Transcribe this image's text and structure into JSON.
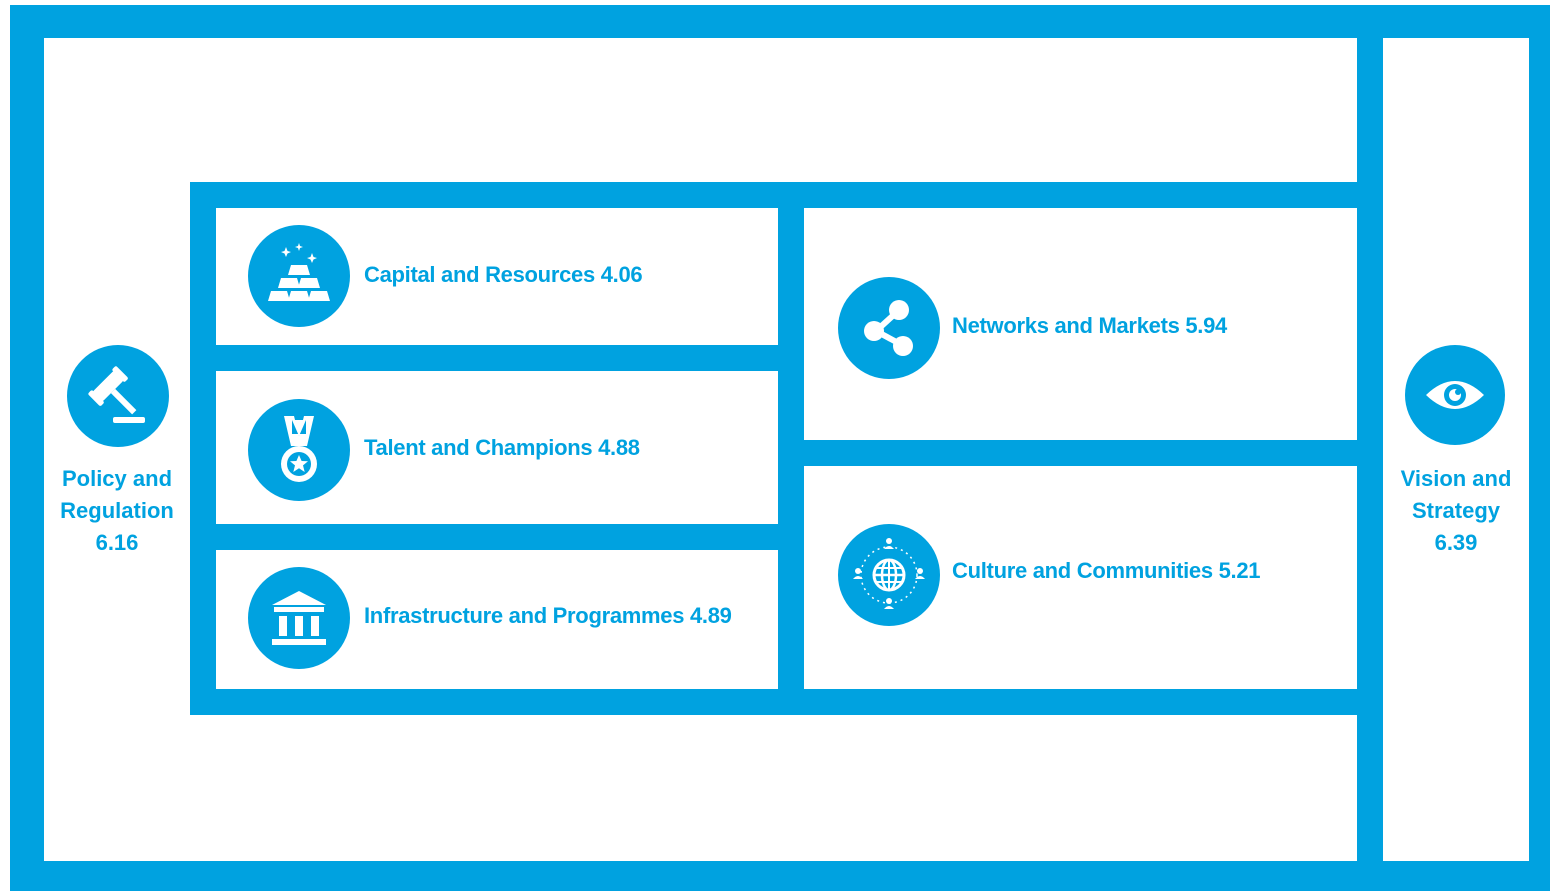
{
  "policy": {
    "line1": "Policy and",
    "line2": "Regulation",
    "value": "6.16",
    "icon": "gavel-icon"
  },
  "vision": {
    "line1": "Vision and",
    "line2": "Strategy",
    "value": "6.39",
    "icon": "eye-icon"
  },
  "boxes": {
    "capital": {
      "label": "Capital and Resources 4.06",
      "icon": "gold-bars-icon"
    },
    "talent": {
      "label": "Talent and Champions 4.88",
      "icon": "medal-icon"
    },
    "infrastructure": {
      "label": "Infrastructure and Programmes 4.89",
      "icon": "government-building-icon"
    },
    "networks": {
      "label": "Networks and Markets 5.94",
      "icon": "share-network-icon"
    },
    "culture": {
      "label": "Culture and Communities 5.21",
      "icon": "globe-community-icon"
    }
  },
  "colors": {
    "accent": "#00a2e0",
    "background": "#ffffff"
  }
}
